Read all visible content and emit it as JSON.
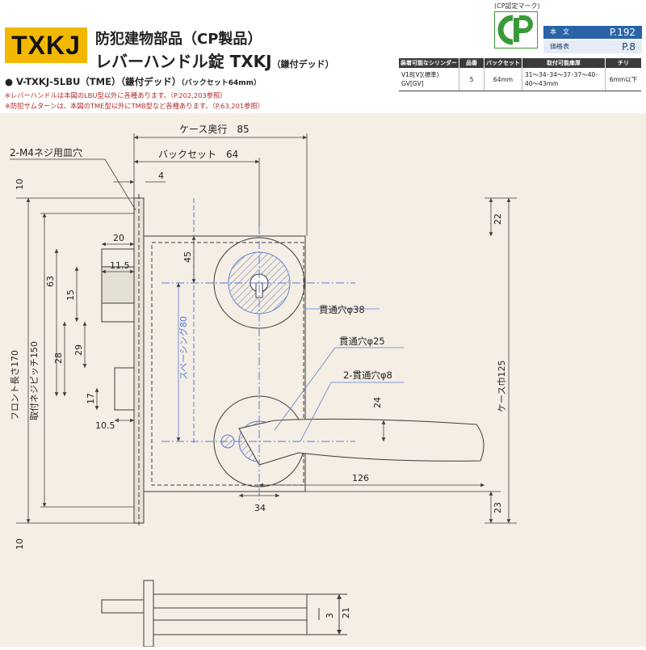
{
  "header": {
    "badge": "TXKJ",
    "title_line1": "防犯建物部品（CP製品）",
    "title_line2": "レバーハンドル錠 TXKJ",
    "title_line2_suffix": "（鎌付デッド）",
    "model_bullet": "●",
    "model_code": " V-TXKJ-5LBU（TME）（鎌付デッド）",
    "model_backset": "（バックセット64mm）",
    "notes": [
      "※レバーハンドルは本図のLBU型以外に各種あります。（P.202,203参照）",
      "※防犯サムターンは、本図のTME型以外にTMB型など各種あります。（P.63,201参照）"
    ]
  },
  "cp": {
    "caption": "(CP認定マーク)",
    "mark_color": "#3a9a3a"
  },
  "refs": [
    {
      "label": "本　文",
      "value": "P.192"
    },
    {
      "label": "価格表",
      "value": "P.8"
    }
  ],
  "spec_table": {
    "headers": [
      "装着可能なシリンダー",
      "品番",
      "バックセット",
      "取付可能扉厚",
      "チリ"
    ],
    "row": [
      "V18[V](標準)\nGV[GV]",
      "5",
      "64mm",
      "31〜34･34〜37･37〜40･\n40〜43mm",
      "6mm以下"
    ]
  },
  "drawing": {
    "labels": {
      "screw_hole": "2-M4ネジ用皿穴",
      "case_depth": "ケース奥行　85",
      "backset": "バックセット　64",
      "thru_38": "貫通穴φ38",
      "thru_25": "貫通穴φ25",
      "thru_8": "2-貫通穴φ8",
      "spacing": "スペーシング80",
      "case_width": "ケース巾125",
      "front_length": "フロント長さ170",
      "screw_pitch": "取付ネジピッチ150"
    },
    "dims": {
      "d4": "4",
      "d10_top": "10",
      "d10_bottom": "10",
      "d22": "22",
      "d20": "20",
      "d45": "45",
      "d11_5": "11.5",
      "d63": "63",
      "d15": "15",
      "d29": "29",
      "d28": "28",
      "d24": "24",
      "d17": "17",
      "d10_5": "10.5",
      "d126": "126",
      "d23": "23",
      "d34": "34",
      "d3": "3",
      "d21": "21"
    },
    "colors": {
      "line": "#3c3c3c",
      "blue": "#5a7ad8",
      "hatch": "#7a86b0",
      "background": "#f4eee4"
    }
  }
}
